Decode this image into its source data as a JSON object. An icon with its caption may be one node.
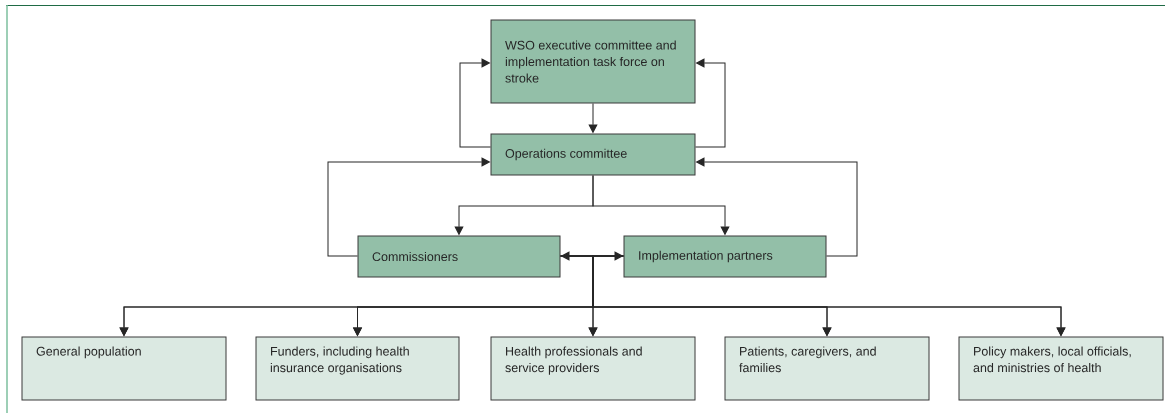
{
  "diagram": {
    "nodes": [
      {
        "text": [
          "WSO executive committee and implementation task force on stroke"
        ]
      },
      {
        "text": [
          "Operations committee"
        ]
      },
      {
        "text": [
          "Commissioners"
        ]
      },
      {
        "text": [
          "Implementation partners"
        ]
      },
      {
        "text": [
          "General population"
        ]
      },
      {
        "text": [
          "Funders, including health insurance organisations"
        ]
      },
      {
        "text": [
          "Health professionals and service providers"
        ]
      },
      {
        "text": [
          "Patients, caregivers, and families"
        ]
      },
      {
        "text": [
          "Policy makers, local officials, and ministries of health"
        ]
      }
    ],
    "edges": [
      {
        "from": 0,
        "to": 1,
        "arrow": "to"
      },
      {
        "from": 1,
        "to": 0,
        "arrow": "to"
      },
      {
        "from": 1,
        "to": 0,
        "arrow": "to"
      },
      {
        "from": 1,
        "to": 2,
        "arrow": "to"
      },
      {
        "from": 1,
        "to": 3,
        "arrow": "to"
      },
      {
        "from": 2,
        "to": 1,
        "arrow": "to"
      },
      {
        "from": 3,
        "to": 1,
        "arrow": "to"
      },
      {
        "from": 2,
        "to": 3,
        "arrow": "both"
      },
      {
        "from": 2,
        "to": 4,
        "arrow": "to"
      },
      {
        "from": 2,
        "to": 5,
        "arrow": "to"
      },
      {
        "from": 2,
        "to": 6,
        "arrow": "to"
      },
      {
        "from": 2,
        "to": 7,
        "arrow": "to"
      },
      {
        "from": 2,
        "to": 8,
        "arrow": "to"
      },
      {
        "from": 3,
        "to": 4,
        "arrow": "to"
      },
      {
        "from": 3,
        "to": 5,
        "arrow": "to"
      },
      {
        "from": 3,
        "to": 6,
        "arrow": "to"
      },
      {
        "from": 3,
        "to": 7,
        "arrow": "to"
      },
      {
        "from": 3,
        "to": 8,
        "arrow": "to"
      }
    ]
  }
}
